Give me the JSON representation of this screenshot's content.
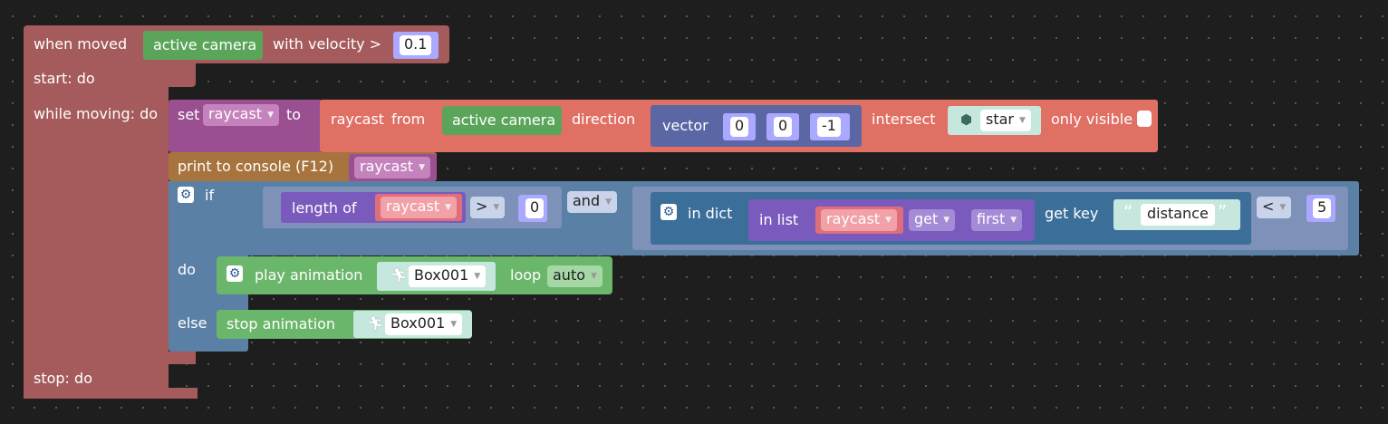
{
  "when_moved": {
    "label": "when moved",
    "target": "active camera",
    "velocity_label": "with velocity >",
    "velocity_value": "0.1",
    "start_label": "start: do",
    "while_label": "while moving: do",
    "stop_label": "stop: do"
  },
  "set_block": {
    "label": "set",
    "variable": "raycast",
    "to_label": "to"
  },
  "raycast_block": {
    "label": "raycast",
    "from_label": "from",
    "from_value": "active camera",
    "direction_label": "direction",
    "vector_label": "vector",
    "vector_x": "0",
    "vector_y": "0",
    "vector_z": "-1",
    "intersect_label": "intersect",
    "intersect_value": "star",
    "only_visible_label": "only visible"
  },
  "print_block": {
    "label": "print to console (F12)",
    "value": "raycast"
  },
  "if_block": {
    "if_label": "if",
    "do_label": "do",
    "else_label": "else",
    "length_label": "length of",
    "length_var": "raycast",
    "gt_op": ">",
    "gt_value": "0",
    "and_op": "and",
    "in_dict_label": "in dict",
    "in_list_label": "in list",
    "list_var": "raycast",
    "get_op": "get",
    "first_op": "first",
    "get_key_label": "get key",
    "open_quote": "“",
    "key_value": "distance",
    "close_quote": "”",
    "lt_op": "<",
    "lt_value": "5"
  },
  "play_block": {
    "label": "play animation",
    "object": "Box001",
    "loop_label": "loop",
    "loop_value": "auto"
  },
  "stop_block": {
    "label": "stop animation",
    "object": "Box001"
  },
  "icons": {
    "gear": "gear-icon",
    "running": "running-person-icon",
    "cube": "cube-icon",
    "dropdown": "chevron-down-icon"
  },
  "colors": {
    "background": "#1e1e1e",
    "event_block": "#a55b5b",
    "camera": "#5ba55b",
    "raycast": "#e07064",
    "variable": "#9a4f91",
    "print": "#a7743e",
    "logic": "#5b80a5",
    "vector": "#5b67a5",
    "number": "#aaa8ff",
    "object": "#c6e7de"
  }
}
